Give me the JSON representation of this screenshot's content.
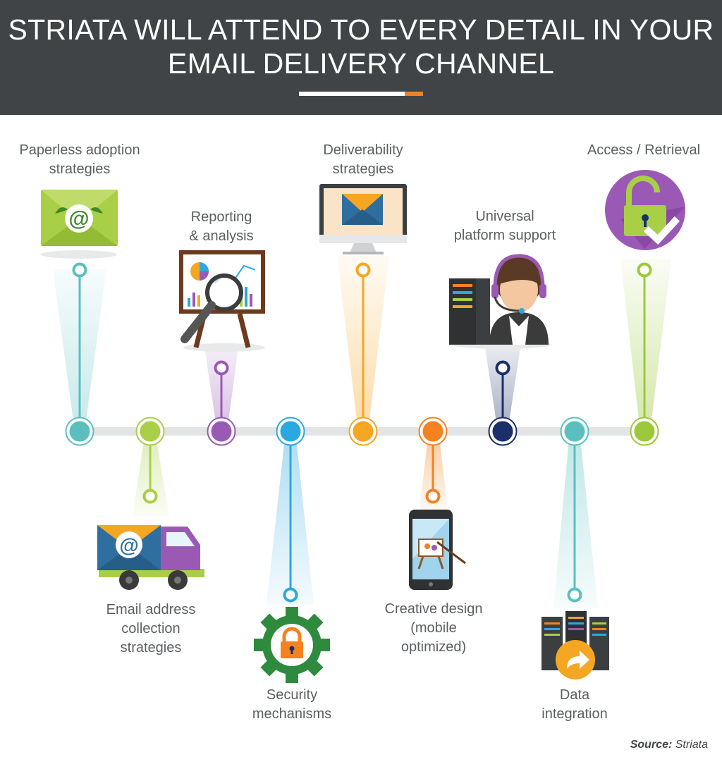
{
  "header": {
    "title_line1": "STRIATA WILL ATTEND TO EVERY DETAIL IN YOUR",
    "title_line2": "EMAIL DELIVERY CHANNEL"
  },
  "colors": {
    "header_bg": "#414447",
    "accent_orange": "#f58220",
    "timeline_gray": "#e3e4e5",
    "teal": "#5bbfc0",
    "lime": "#a8cf45",
    "purple": "#9b59b6",
    "blue": "#2aa9e0",
    "amber": "#f5a623",
    "orange": "#f58220",
    "navy": "#1b2f6b",
    "green": "#9cc93b"
  },
  "timeline": {
    "nodes": [
      {
        "label_lines": [
          "Paperless adoption",
          "strategies"
        ],
        "position": "above",
        "color": "#5bbfc0",
        "icon": "email-envelope-icon"
      },
      {
        "label_lines": [
          "Email address",
          "collection",
          "strategies"
        ],
        "position": "below",
        "color": "#a8cf45",
        "icon": "delivery-truck-icon"
      },
      {
        "label_lines": [
          "Reporting",
          "& analysis"
        ],
        "position": "above",
        "color": "#9b59b6",
        "icon": "analysis-board-icon"
      },
      {
        "label_lines": [
          "Security",
          "mechanisms"
        ],
        "position": "below",
        "color": "#2aa9e0",
        "icon": "gear-lock-icon"
      },
      {
        "label_lines": [
          "Deliverability",
          "strategies"
        ],
        "position": "above",
        "color": "#f5a623",
        "icon": "monitor-envelope-icon"
      },
      {
        "label_lines": [
          "Creative design",
          "(mobile",
          "optimized)"
        ],
        "position": "below",
        "color": "#f58220",
        "icon": "mobile-easel-icon"
      },
      {
        "label_lines": [
          "Universal",
          "platform support"
        ],
        "position": "above",
        "color": "#1b2f6b",
        "icon": "support-agent-icon"
      },
      {
        "label_lines": [
          "Data",
          "integration"
        ],
        "position": "below",
        "color": "#5bbfc0",
        "icon": "server-arrow-icon"
      },
      {
        "label_lines": [
          "Access / Retrieval"
        ],
        "position": "above",
        "color": "#9cc93b",
        "icon": "unlock-check-icon"
      }
    ]
  },
  "source": {
    "prefix": "Source:",
    "name": "Striata"
  }
}
